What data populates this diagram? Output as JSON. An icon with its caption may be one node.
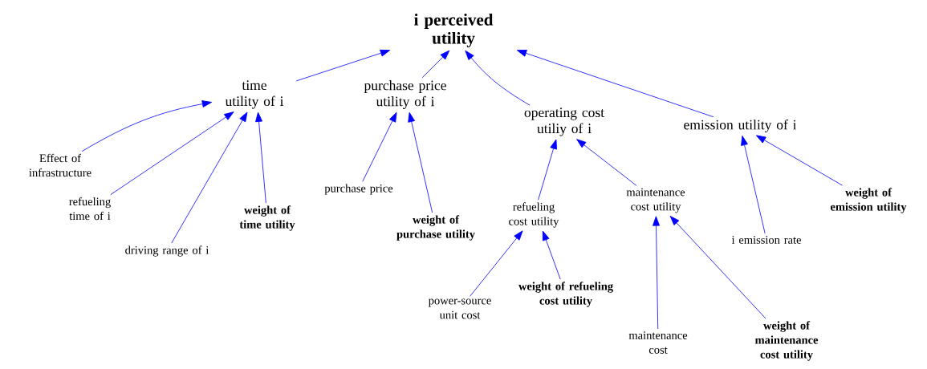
{
  "diagram": {
    "nodes": [
      {
        "text": [
          "i perceived utility"
        ]
      },
      {
        "text": [
          "time utility of i"
        ]
      },
      {
        "text": [
          "purchase price utility of i"
        ]
      },
      {
        "text": [
          "operating cost utiliy of i"
        ]
      },
      {
        "text": [
          "emission utility of i"
        ]
      },
      {
        "text": [
          "Effect of infrastructure"
        ]
      },
      {
        "text": [
          "refueling time of i"
        ]
      },
      {
        "text": [
          "driving range of i"
        ]
      },
      {
        "text": [
          "weight of time utility"
        ]
      },
      {
        "text": [
          "purchase price"
        ]
      },
      {
        "text": [
          "weight of purchase utility"
        ]
      },
      {
        "text": [
          "refueling cost utility"
        ]
      },
      {
        "text": [
          "maintenance cost utility"
        ]
      },
      {
        "text": [
          "i emission rate"
        ]
      },
      {
        "text": [
          "weight of emission utility"
        ]
      },
      {
        "text": [
          "power-source unit cost"
        ]
      },
      {
        "text": [
          "weight of refueling cost utility"
        ]
      },
      {
        "text": [
          "maintenance cost"
        ]
      },
      {
        "text": [
          "weight of maintenance cost utility"
        ]
      }
    ],
    "edges": [
      {
        "from": 1,
        "to": 0,
        "arrow": "to"
      },
      {
        "from": 2,
        "to": 0,
        "arrow": "to"
      },
      {
        "from": 3,
        "to": 0,
        "arrow": "to"
      },
      {
        "from": 4,
        "to": 0,
        "arrow": "to"
      },
      {
        "from": 5,
        "to": 1,
        "arrow": "to"
      },
      {
        "from": 6,
        "to": 1,
        "arrow": "to"
      },
      {
        "from": 7,
        "to": 1,
        "arrow": "to"
      },
      {
        "from": 8,
        "to": 1,
        "arrow": "to"
      },
      {
        "from": 9,
        "to": 2,
        "arrow": "to"
      },
      {
        "from": 10,
        "to": 2,
        "arrow": "to"
      },
      {
        "from": 11,
        "to": 3,
        "arrow": "to"
      },
      {
        "from": 12,
        "to": 3,
        "arrow": "to"
      },
      {
        "from": 13,
        "to": 4,
        "arrow": "to"
      },
      {
        "from": 14,
        "to": 4,
        "arrow": "to"
      },
      {
        "from": 15,
        "to": 11,
        "arrow": "to"
      },
      {
        "from": 16,
        "to": 11,
        "arrow": "to"
      },
      {
        "from": 17,
        "to": 12,
        "arrow": "to"
      },
      {
        "from": 18,
        "to": 12,
        "arrow": "to"
      }
    ]
  }
}
